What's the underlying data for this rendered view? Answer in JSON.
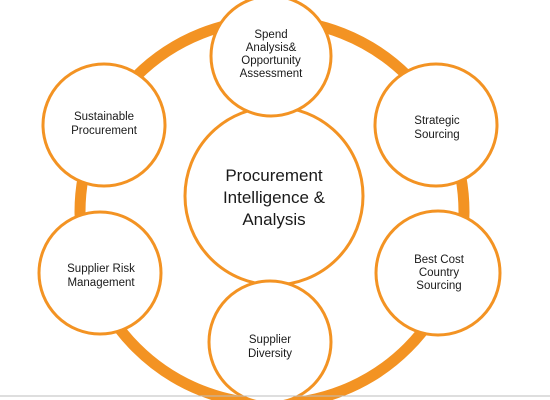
{
  "diagram": {
    "accent_color": "#f39323",
    "ring_color": "#f39323",
    "node_fill": "#ffffff",
    "text_color": "#1a1a1a",
    "center": {
      "lines": [
        "Procurement",
        "Intelligence &",
        "Analysis"
      ]
    },
    "nodes": [
      {
        "id": "spend-analysis",
        "lines": [
          "Spend",
          "Analysis&",
          "Opportunity",
          "Assessment"
        ]
      },
      {
        "id": "strategic-sourcing",
        "lines": [
          "Strategic",
          "Sourcing"
        ]
      },
      {
        "id": "best-cost-country-sourcing",
        "lines": [
          "Best Cost",
          "Country",
          "Sourcing"
        ]
      },
      {
        "id": "supplier-diversity",
        "lines": [
          "Supplier",
          "Diversity"
        ]
      },
      {
        "id": "supplier-risk-management",
        "lines": [
          "Supplier Risk",
          "Management"
        ]
      },
      {
        "id": "sustainable-procurement",
        "lines": [
          "Sustainable",
          "Procurement"
        ]
      }
    ]
  }
}
